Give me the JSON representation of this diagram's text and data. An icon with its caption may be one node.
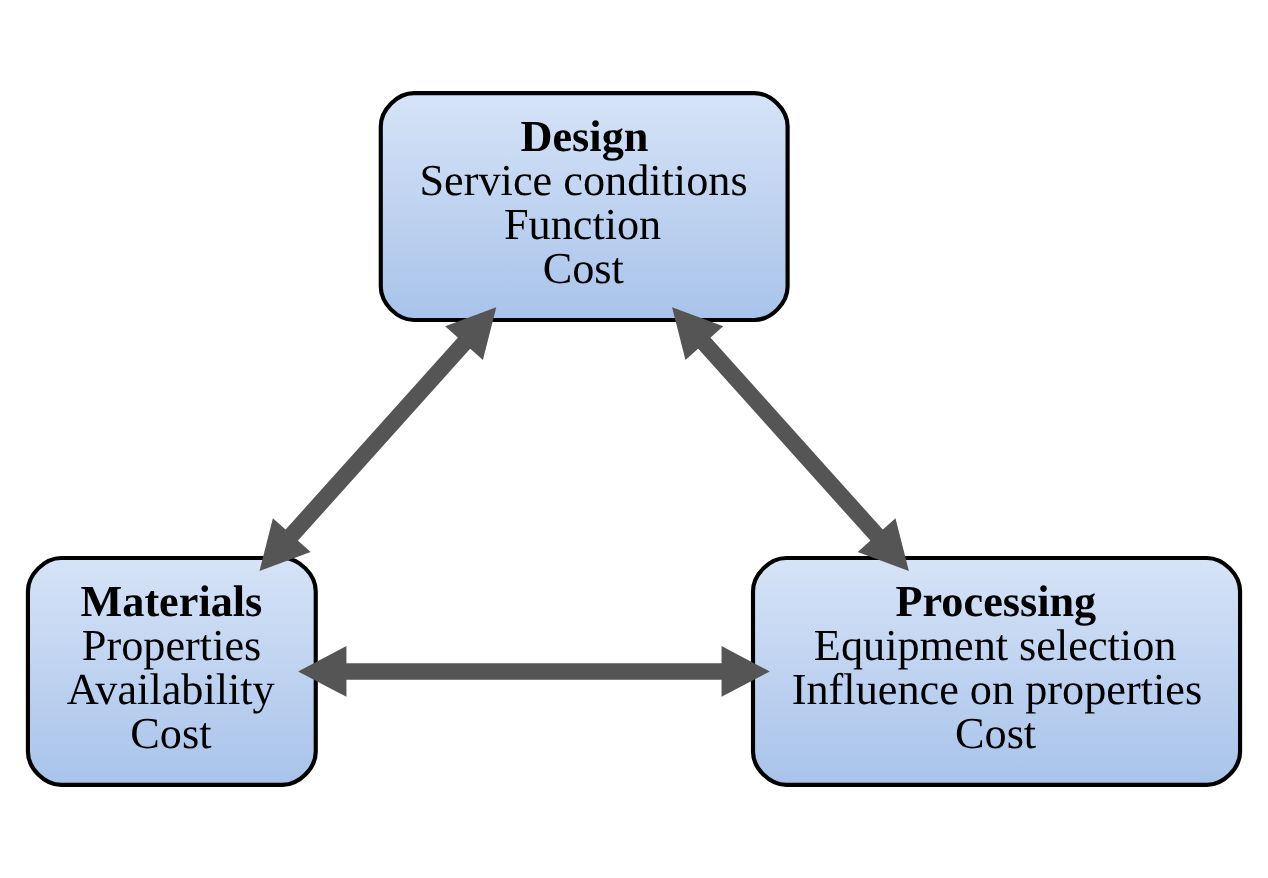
{
  "diagram": {
    "nodes": [
      {
        "text": [
          "Design",
          "Service conditions",
          "Function",
          "Cost"
        ]
      },
      {
        "text": [
          "Materials",
          "Properties",
          "Availability",
          "Cost"
        ]
      },
      {
        "text": [
          "Processing",
          "Equipment selection",
          "Influence on properties",
          "Cost"
        ]
      }
    ],
    "edges": [
      {
        "from": 0,
        "to": 1,
        "arrow": "both"
      },
      {
        "from": 0,
        "to": 2,
        "arrow": "both"
      },
      {
        "from": 1,
        "to": 2,
        "arrow": "both"
      }
    ]
  }
}
